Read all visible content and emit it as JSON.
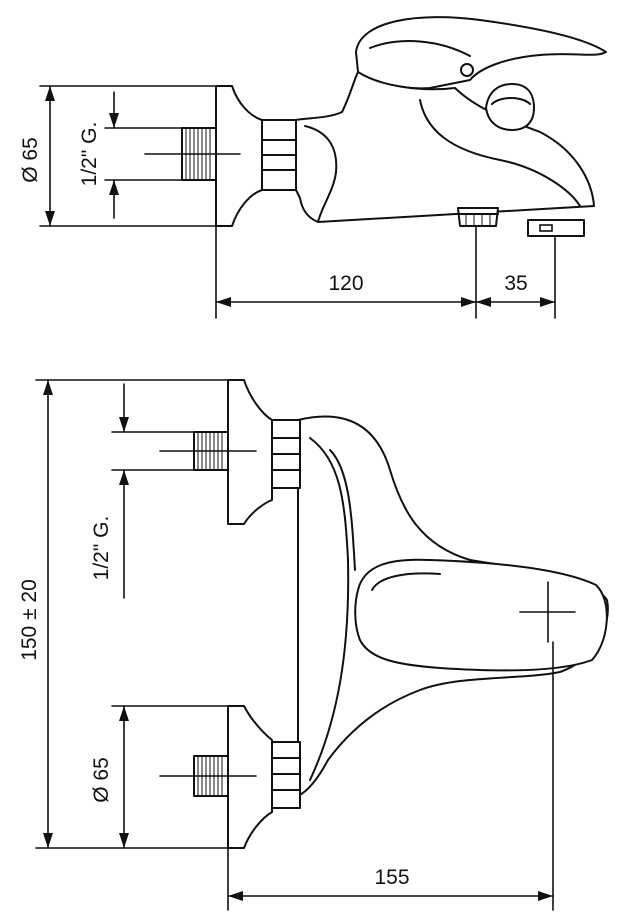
{
  "side_view": {
    "dim_diameter": "Ø 65",
    "dim_thread": "1/2\" G.",
    "dim_length_main": "120",
    "dim_length_spout": "35"
  },
  "top_view": {
    "dim_centers": "150 ± 20",
    "dim_thread": "1/2\" G.",
    "dim_diameter": "Ø 65",
    "dim_projection": "155"
  }
}
